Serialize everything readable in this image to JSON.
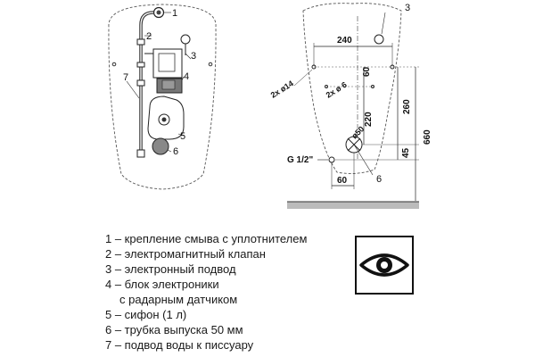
{
  "drawing": {
    "callouts": [
      "1",
      "2",
      "3",
      "4",
      "5",
      "6",
      "7"
    ],
    "side_callouts": [
      "3",
      "6"
    ],
    "dimensions": {
      "d240": "240",
      "d60_vertical": "60",
      "d220": "220",
      "d260": "260",
      "d660": "660",
      "d45": "45",
      "d60_horizontal": "60",
      "holes_14": "2x ø14",
      "holes_6": "2x ø 6",
      "outlet_50": "ø50",
      "thread": "G 1/2\""
    }
  },
  "legend": {
    "items": [
      "1 – крепление смыва с уплотнителем",
      "2 – электромагнитный клапан",
      "3 – электронный подвод",
      "4 – блок электроники",
      "с радарным датчиком",
      "5 – сифон (1 л)",
      "6 – трубка выпуска 50 мм",
      "7 – подвод воды к писсуару"
    ]
  },
  "icons": {
    "eye_symbol": "eye-icon"
  },
  "colors": {
    "line": "#333333",
    "fill_gray": "#777777",
    "floor_hatch": "#555555"
  }
}
